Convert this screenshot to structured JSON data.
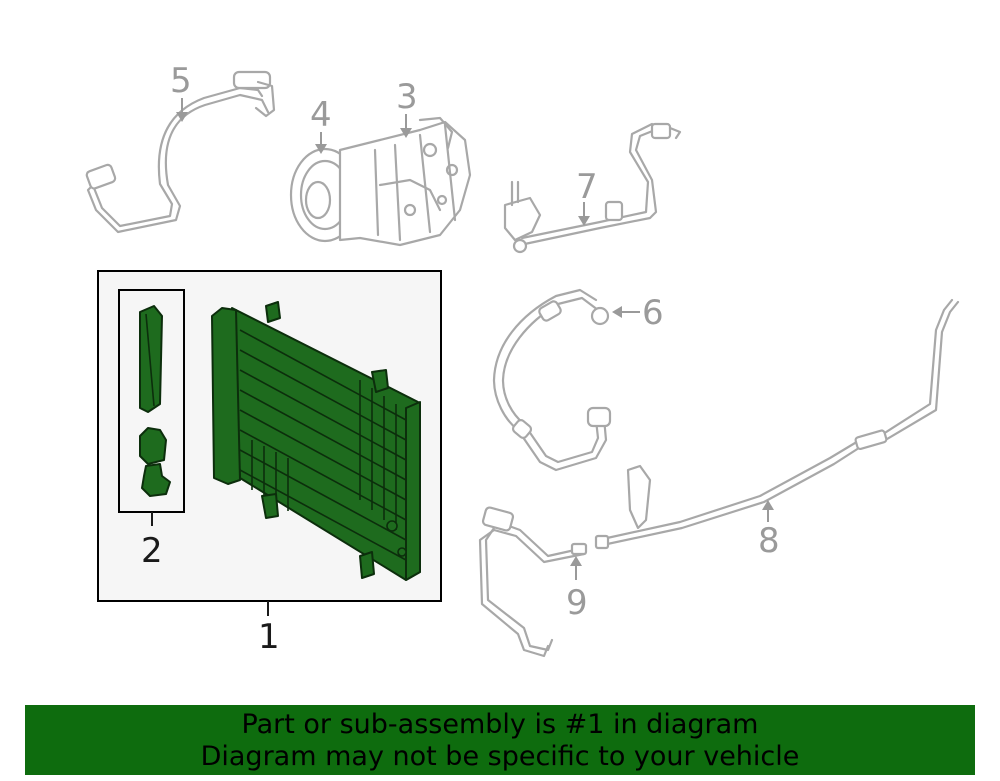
{
  "callouts": {
    "c1": "1",
    "c2": "2",
    "c3": "3",
    "c4": "4",
    "c5": "5",
    "c6": "6",
    "c7": "7",
    "c8": "8",
    "c9": "9"
  },
  "banner": {
    "line1": "Part or sub-assembly is #1 in diagram",
    "line2": "Diagram may not be specific to your vehicle"
  },
  "colors": {
    "highlight": "#1e6b1e",
    "banner": "#0e6c0e",
    "part_outline": "#a8a8a8"
  }
}
